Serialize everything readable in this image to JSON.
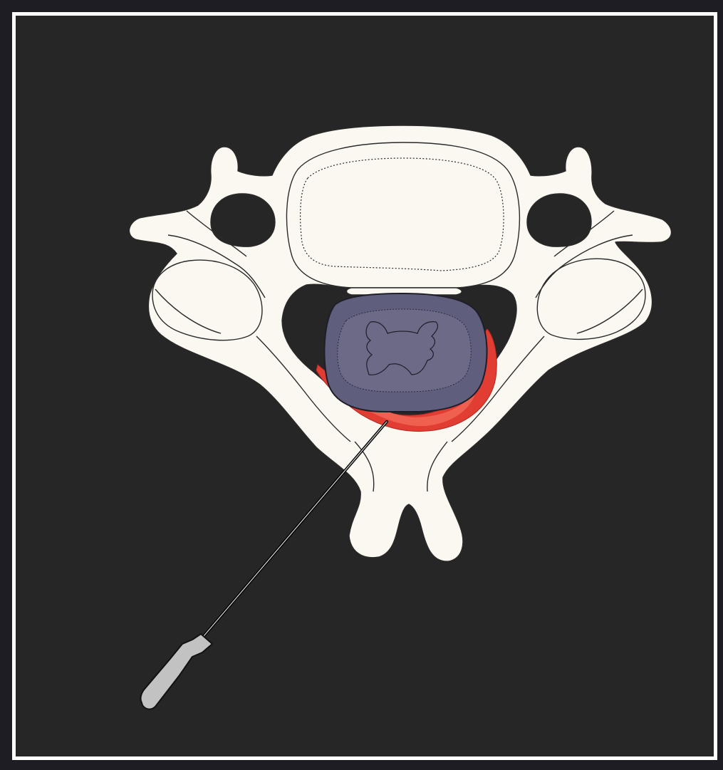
{
  "colors": {
    "outer_frame": "#1f1d24",
    "background": "#262626",
    "bone_fill": "#fbf8f1",
    "outline": "#2a2a2a",
    "dura": "#5f5f7d",
    "spinal_cord": "#6c6a87",
    "epidural_injectate": "#e23d33",
    "needle_hub": "#c2c2c2"
  },
  "parts": [
    {
      "id": "vertebral-body",
      "icon": "vertebral-body-shape"
    },
    {
      "id": "transverse-foramen",
      "icon": "oval-hole"
    },
    {
      "id": "lamina",
      "icon": "bone-arch"
    },
    {
      "id": "spinous-process",
      "icon": "bifid-process"
    },
    {
      "id": "thecal-sac",
      "icon": "dural-sac"
    },
    {
      "id": "spinal-cord",
      "icon": "butterfly-gray-matter"
    },
    {
      "id": "epidural-spread",
      "icon": "red-crescent"
    },
    {
      "id": "needle",
      "icon": "spinal-needle"
    }
  ]
}
